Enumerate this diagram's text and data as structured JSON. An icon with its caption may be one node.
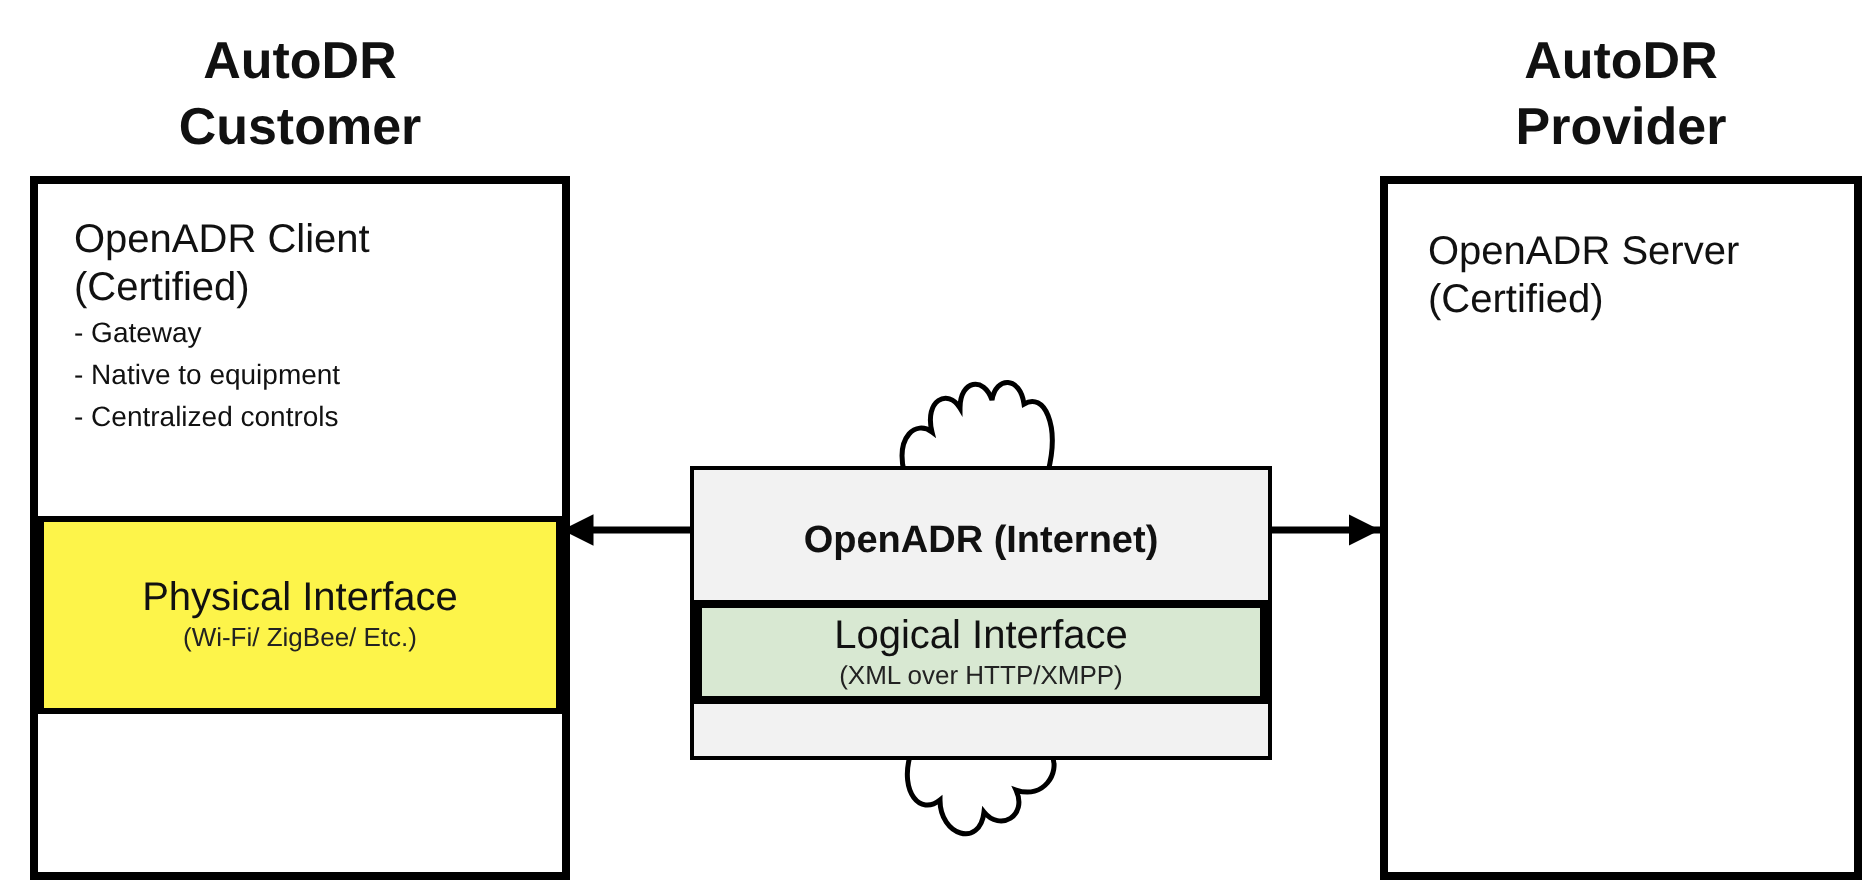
{
  "diagram": {
    "nodes": [
      {
        "text": [
          "AutoDR Customer",
          "OpenADR Client (Certified)",
          "- Gateway",
          "- Native to equipment",
          "- Centralized controls"
        ]
      },
      {
        "text": [
          "Physical Interface",
          "(Wi-Fi/ ZigBee/ Etc.)"
        ],
        "in": 0
      },
      {
        "text": [
          "AutoDR Provider",
          "OpenADR Server (Certified)"
        ]
      },
      {
        "text": [
          "OpenADR (Internet)"
        ]
      },
      {
        "text": [
          "Logical Interface",
          "(XML over HTTP/XMPP)"
        ],
        "in": 3
      }
    ],
    "edges": [
      {
        "from": 3,
        "to": 1,
        "arrow": "to"
      },
      {
        "from": 3,
        "to": 2,
        "arrow": "to"
      }
    ]
  }
}
